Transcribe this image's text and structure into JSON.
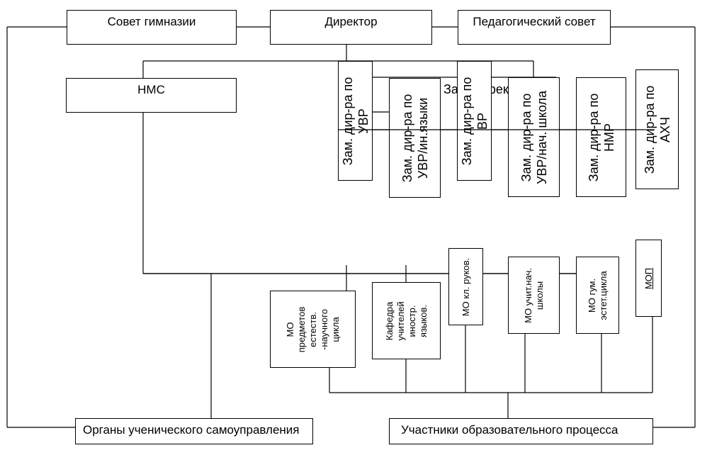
{
  "top": {
    "council": "Совет гимназии",
    "director": "Директор",
    "pedagogical_council": "Педагогический совет"
  },
  "nms": "НМС",
  "deputy_partial": "Зам. директ",
  "deputies": {
    "uvr": "Зам. дир-ра по\nУВР",
    "uvr_languages": "Зам. дир-ра по\nУВР/ин.языки",
    "vr": "Зам. дир-ра по\nВР",
    "uvr_primary": "Зам. дир-ра по\nУВР/нач. школа",
    "nmr": "Зам. дир-ра по\nНМР",
    "ahch": "Зам. дир-ра по\nАХЧ"
  },
  "units": {
    "mo_science": "МО\nпредметов\nестеств.\n-научного\nцикла",
    "dept_languages": "Кафедра\nучителей\nиностр.\nязыков.",
    "mo_class_leaders": "МО кл. руков.",
    "mo_primary_teachers": "МО учит.нач.\nшколы",
    "mo_humanities": "МО гум.\nэстет.цикла",
    "mop": "МОП"
  },
  "bottom": {
    "student_government": "Органы ученического самоуправления",
    "participants": "Участники образовательного процесса"
  }
}
